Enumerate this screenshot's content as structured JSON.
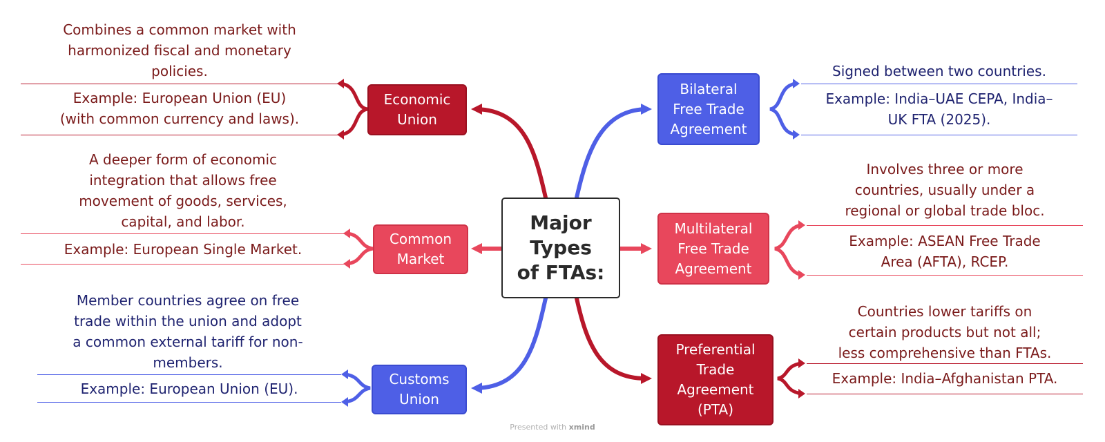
{
  "central": {
    "label": "Major\nTypes\nof FTAs:"
  },
  "branches": {
    "economic_union": {
      "label": "Economic\nUnion",
      "description": "Combines a common market with\nharmonized fiscal and monetary\npolicies.",
      "example": "Example: European Union (EU)\n(with common currency and laws)."
    },
    "common_market": {
      "label": "Common\nMarket",
      "description": "A deeper form of economic\nintegration that allows free\nmovement of goods, services,\ncapital, and labor.",
      "example": "Example: European Single Market."
    },
    "customs_union": {
      "label": "Customs\nUnion",
      "description": "Member countries agree on free\ntrade within the union and adopt\na common external tariff for non-\nmembers.",
      "example": "Example: European Union (EU)."
    },
    "bilateral": {
      "label": "Bilateral\nFree Trade\nAgreement",
      "description": "Signed between two countries.",
      "example": "Example: India–UAE CEPA, India–\nUK FTA (2025)."
    },
    "multilateral": {
      "label": "Multilateral\nFree Trade\nAgreement",
      "description": "Involves three or more\ncountries, usually under a\nregional or global trade bloc.",
      "example": "Example: ASEAN Free Trade\nArea (AFTA), RCEP."
    },
    "preferential": {
      "label": "Preferential\nTrade\nAgreement\n(PTA)",
      "description": "Countries lower tariffs on\ncertain products but not all;\nless comprehensive than FTAs.",
      "example": "Example: India–Afghanistan PTA."
    }
  },
  "footer": {
    "prefix": "Presented with",
    "brand": "xmind"
  },
  "colors": {
    "dark_red": "#b8172a",
    "light_red": "#e8475c",
    "blue": "#4e5fe6",
    "red_text": "#7a1a1a",
    "navy_text": "#1f2370"
  }
}
